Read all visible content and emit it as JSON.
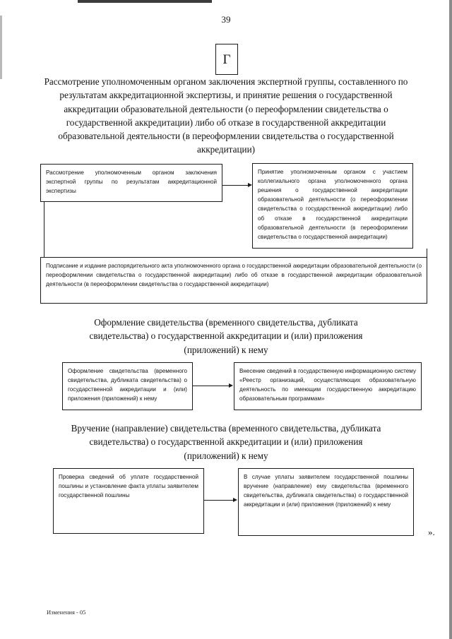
{
  "page": {
    "number": "39",
    "footer_note": "Изменения - 05",
    "closing_quote": "».",
    "letter_marker": "Г"
  },
  "headings": {
    "main": "Рассмотрение уполномоченным органом заключения экспертной группы, составленного по результатам аккредитационной экспертизы, и принятие решения о государственной аккредитации образовательной деятельности (о переоформлении свидетельства о государственной аккредитации) либо об отказе в государственной аккредитации образовательной деятельности (в переоформлении свидетельства о государственной аккредитации)",
    "section_2": "Оформление свидетельства (временного свидетельства, дубликата свидетельства) о государственной аккредитации и (или) приложения (приложений) к нему",
    "section_3": "Вручение (направление) свидетельства (временного свидетельства, дубликата свидетельства) о государственной аккредитации и (или) приложения (приложений) к нему"
  },
  "boxes": {
    "review": "Рассмотрение уполномоченным органом заключения экспертной группы по результатам аккредитационной экспертизы",
    "decision": "Принятие уполномоченным органом с участием коллегиального органа уполномоченного органа решения о государственной аккредитации образовательной деятельности (о переоформлении свидетельства о государственной аккредитации) либо об отказе в государственной аккредитации образовательной деятельности (в переоформлении свидетельства о государственной аккредитации)",
    "signing": "Подписание и издание распорядительного акта уполномоченного органа о государственной аккредитации образовательной деятельности (о переоформлении свидетельства о государственной аккредитации) либо об отказе в государственной аккредитации образовательной деятельности (в переоформлении свидетельства о государственной аккредитации)",
    "issue_certificate": "Оформление свидетельства (временного свидетельства, дубликата свидетельства) о государственной аккредитации и (или) приложения (приложений) к нему",
    "registry_entry": "Внесение сведений в государственную информационную систему «Реестр организаций, осуществляющих образовательную деятельность по имеющим государственную аккредитацию образовательным программам»",
    "duty_check": "Проверка сведений об уплате государственной пошлины и установление факта уплаты заявителем государственной пошлины",
    "handover": "В случае уплаты заявителем государственной пошлины вручение (направление) ему свидетельства (временного свидетельства, дубликата свидетельства) о государственной аккредитации и (или) приложения (приложений) к нему"
  },
  "colors": {
    "ink": "#1a1a1a",
    "paper": "#ffffff"
  }
}
